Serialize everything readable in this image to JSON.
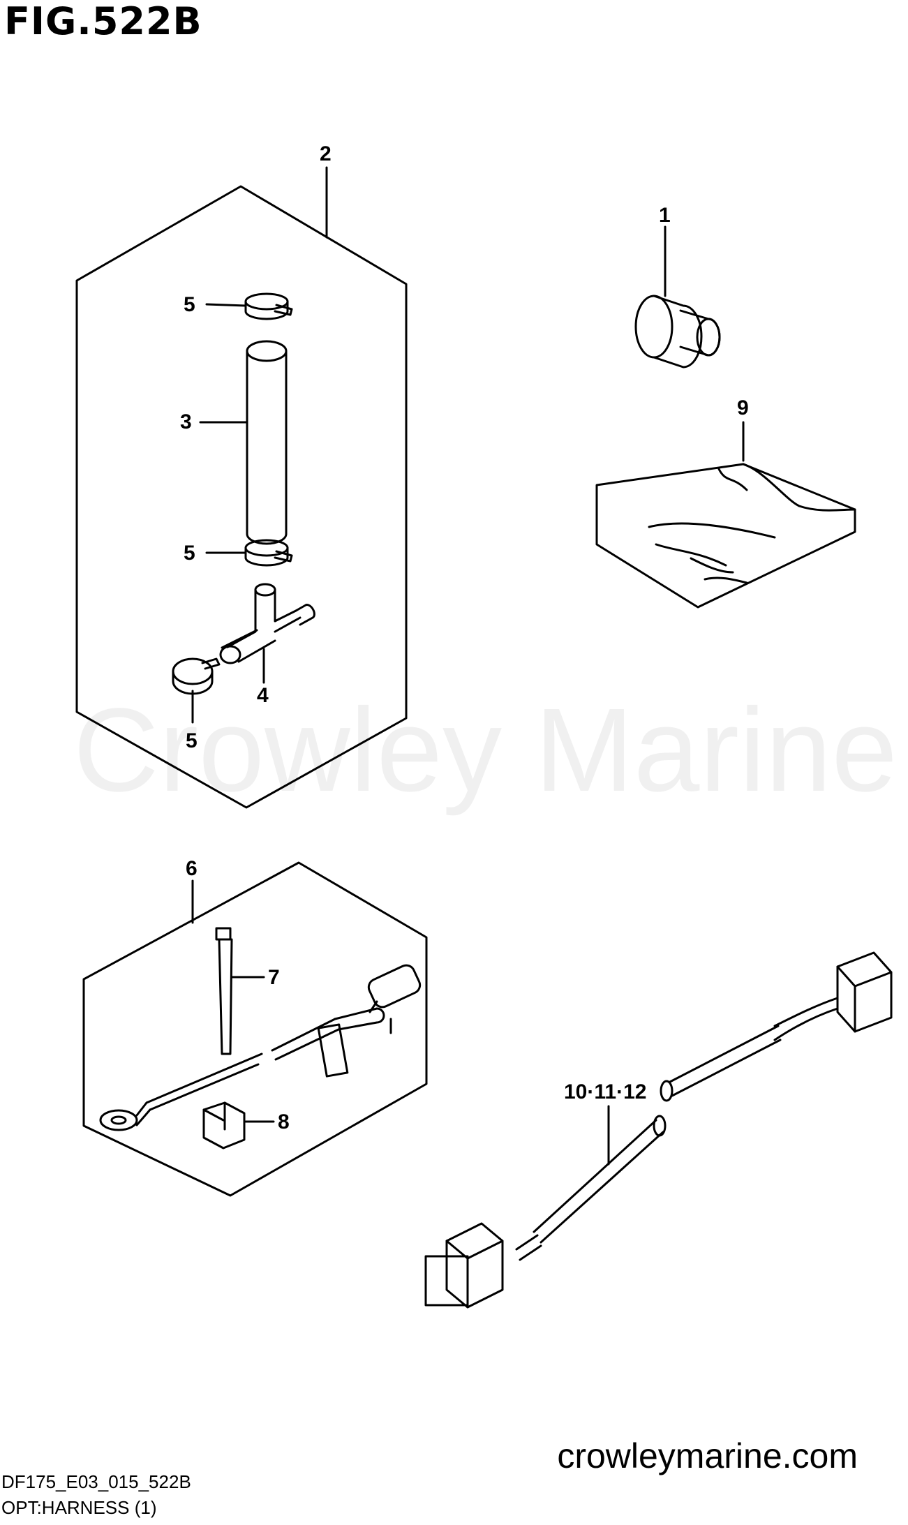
{
  "figure": {
    "title": "FIG.522B",
    "watermark": "Crowley Marine",
    "site": "crowleymarine.com",
    "code": "DF175_E03_015_522B",
    "caption": "OPT:HARNESS (1)"
  },
  "callouts": {
    "c1": "1",
    "c2": "2",
    "c3": "3",
    "c4": "4",
    "c5a": "5",
    "c5b": "5",
    "c5c": "5",
    "c6": "6",
    "c7": "7",
    "c8": "8",
    "c9": "9",
    "c10": "10·11·12"
  }
}
